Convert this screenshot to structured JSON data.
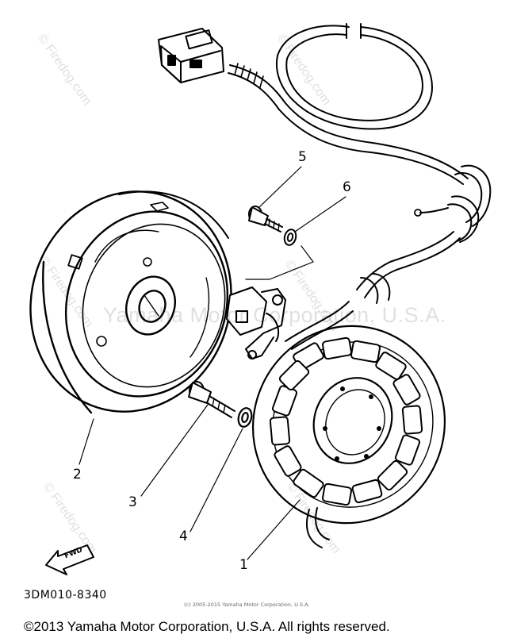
{
  "callouts": [
    {
      "number": "1",
      "part": "stator"
    },
    {
      "number": "2",
      "part": "rotor"
    },
    {
      "number": "3",
      "part": "rotor-bolt"
    },
    {
      "number": "4",
      "part": "rotor-washer"
    },
    {
      "number": "5",
      "part": "pickup-bolt"
    },
    {
      "number": "6",
      "part": "pickup-washer"
    }
  ],
  "direction_label": "FWD",
  "part_code": "3DM010-8340",
  "tiny_copyright": "(c) 2005-2015 Yamaha Motor Corporation, U.S.A.",
  "watermark_text": "© Firedog.com",
  "watermark_main": "Yamaha Motor Corporation, U.S.A.",
  "footer_copyright": "©2013 Yamaha Motor Corporation, U.S.A. All rights reserved."
}
